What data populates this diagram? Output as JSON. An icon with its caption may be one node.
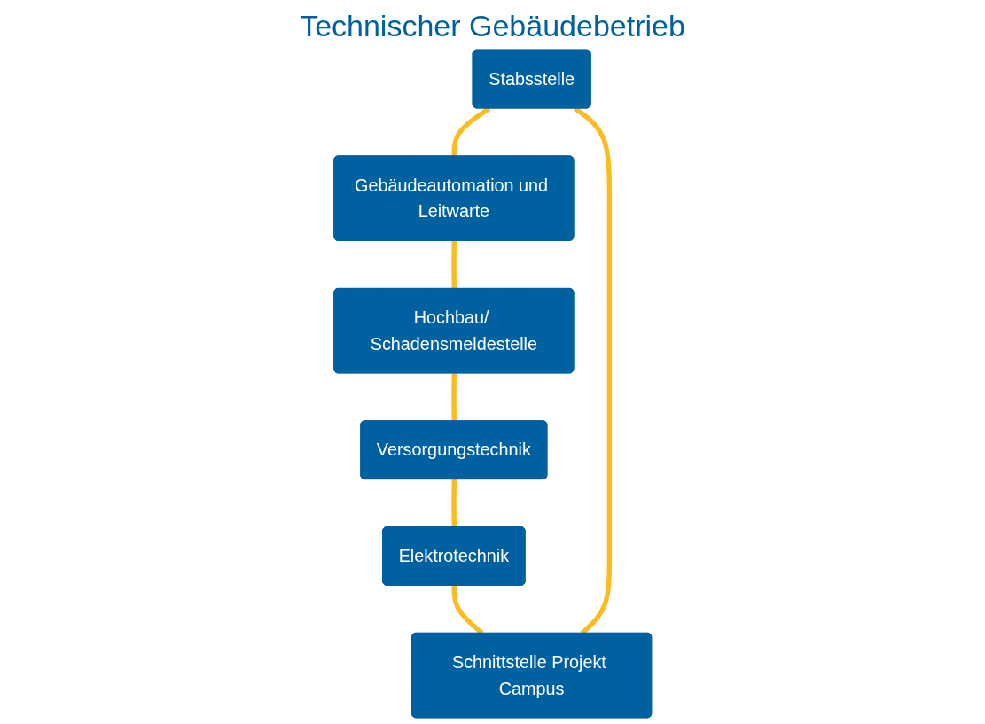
{
  "diagram": {
    "nodes": [
      {
        "text": [
          "Stabsstelle"
        ]
      },
      {
        "text": [
          "Schnittstelle Projekt Campus"
        ]
      },
      {
        "text": [
          "Gebäudeautomation und Leitwarte"
        ]
      },
      {
        "text": [
          "Elektrotechnik"
        ]
      },
      {
        "text": [
          "Hochbau/ Schadensmeldestelle"
        ]
      },
      {
        "text": [
          "Versorgungstechnik"
        ]
      }
    ],
    "edges": [
      {
        "from": 0,
        "to": 2,
        "arrow": "none"
      },
      {
        "from": 2,
        "to": 4,
        "arrow": "none"
      },
      {
        "from": 4,
        "to": 5,
        "arrow": "none"
      },
      {
        "from": 5,
        "to": 3,
        "arrow": "none"
      },
      {
        "from": 3,
        "to": 1,
        "arrow": "none"
      },
      {
        "from": 1,
        "to": 0,
        "arrow": "none"
      }
    ],
    "labels": [
      "Technischer Gebäudebetrieb"
    ]
  }
}
